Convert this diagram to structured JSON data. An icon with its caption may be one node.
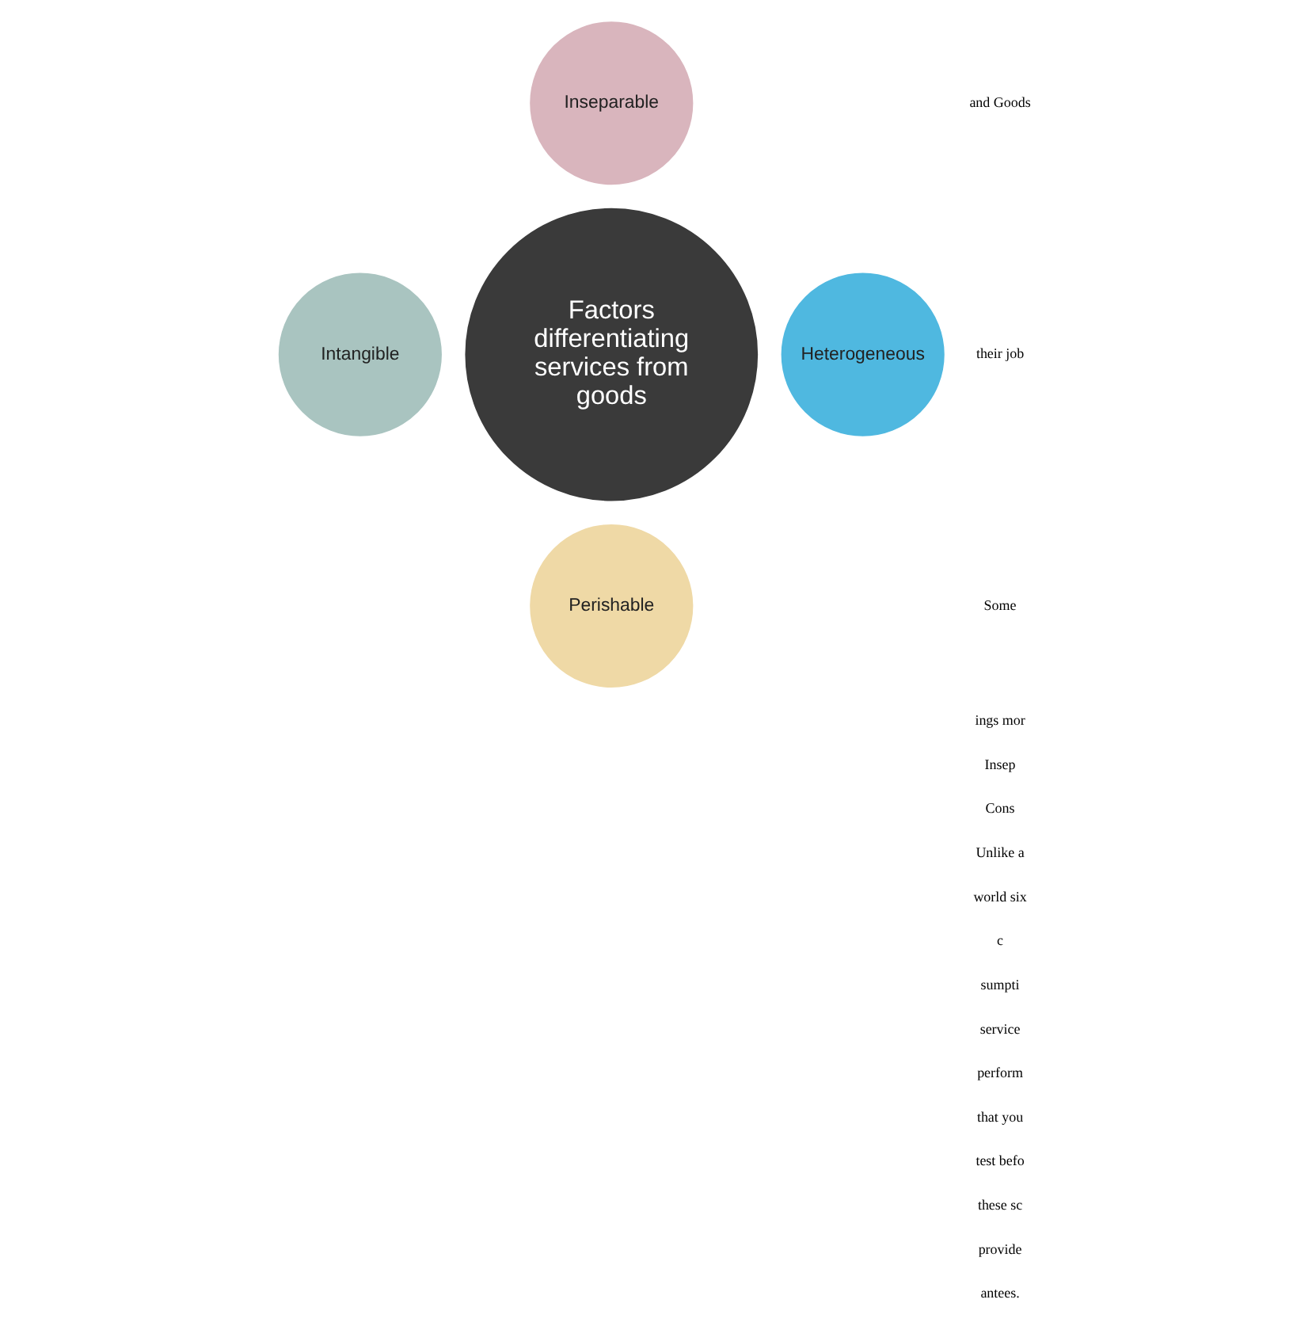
{
  "diagram": {
    "nodes": [
      {
        "text": [
          "Factors differentiating services from goods"
        ]
      },
      {
        "text": [
          "Inseparable"
        ]
      },
      {
        "text": [
          "Intangible"
        ]
      },
      {
        "text": [
          "Heterogeneous"
        ]
      },
      {
        "text": [
          "Perishable"
        ]
      }
    ],
    "labels": [
      "and Goods",
      "their job",
      "Some",
      "ings mor",
      "Insep",
      "Cons",
      "Unlike a",
      "world six",
      "c",
      "sumpti",
      "service",
      "perform",
      "that you",
      "test befo",
      "these sc",
      "provide",
      "antees."
    ]
  }
}
